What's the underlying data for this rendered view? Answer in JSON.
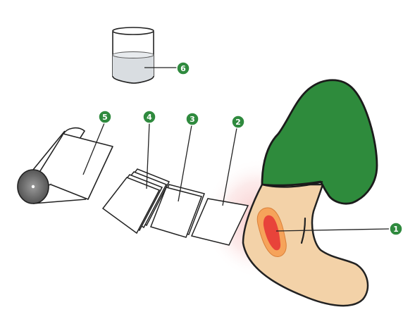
{
  "colors": {
    "callout_fill": "#2f8a3e",
    "sleeve_green": "#2e8b3c",
    "skin": "#f3d2a8",
    "wound_outer": "#f6a35a",
    "wound_inner": "#e8433a",
    "redness": "#f7c4c4",
    "water": "#d9dde1",
    "outline": "#222222"
  },
  "callouts": [
    {
      "id": "1",
      "label": "1",
      "target": "wound-on-arm"
    },
    {
      "id": "2",
      "label": "2",
      "target": "gauze-pad-single"
    },
    {
      "id": "3",
      "label": "3",
      "target": "gauze-pad-pair"
    },
    {
      "id": "4",
      "label": "4",
      "target": "gauze-pad-stack"
    },
    {
      "id": "5",
      "label": "5",
      "target": "bandage-roll"
    },
    {
      "id": "6",
      "label": "6",
      "target": "glass-of-water"
    }
  ]
}
